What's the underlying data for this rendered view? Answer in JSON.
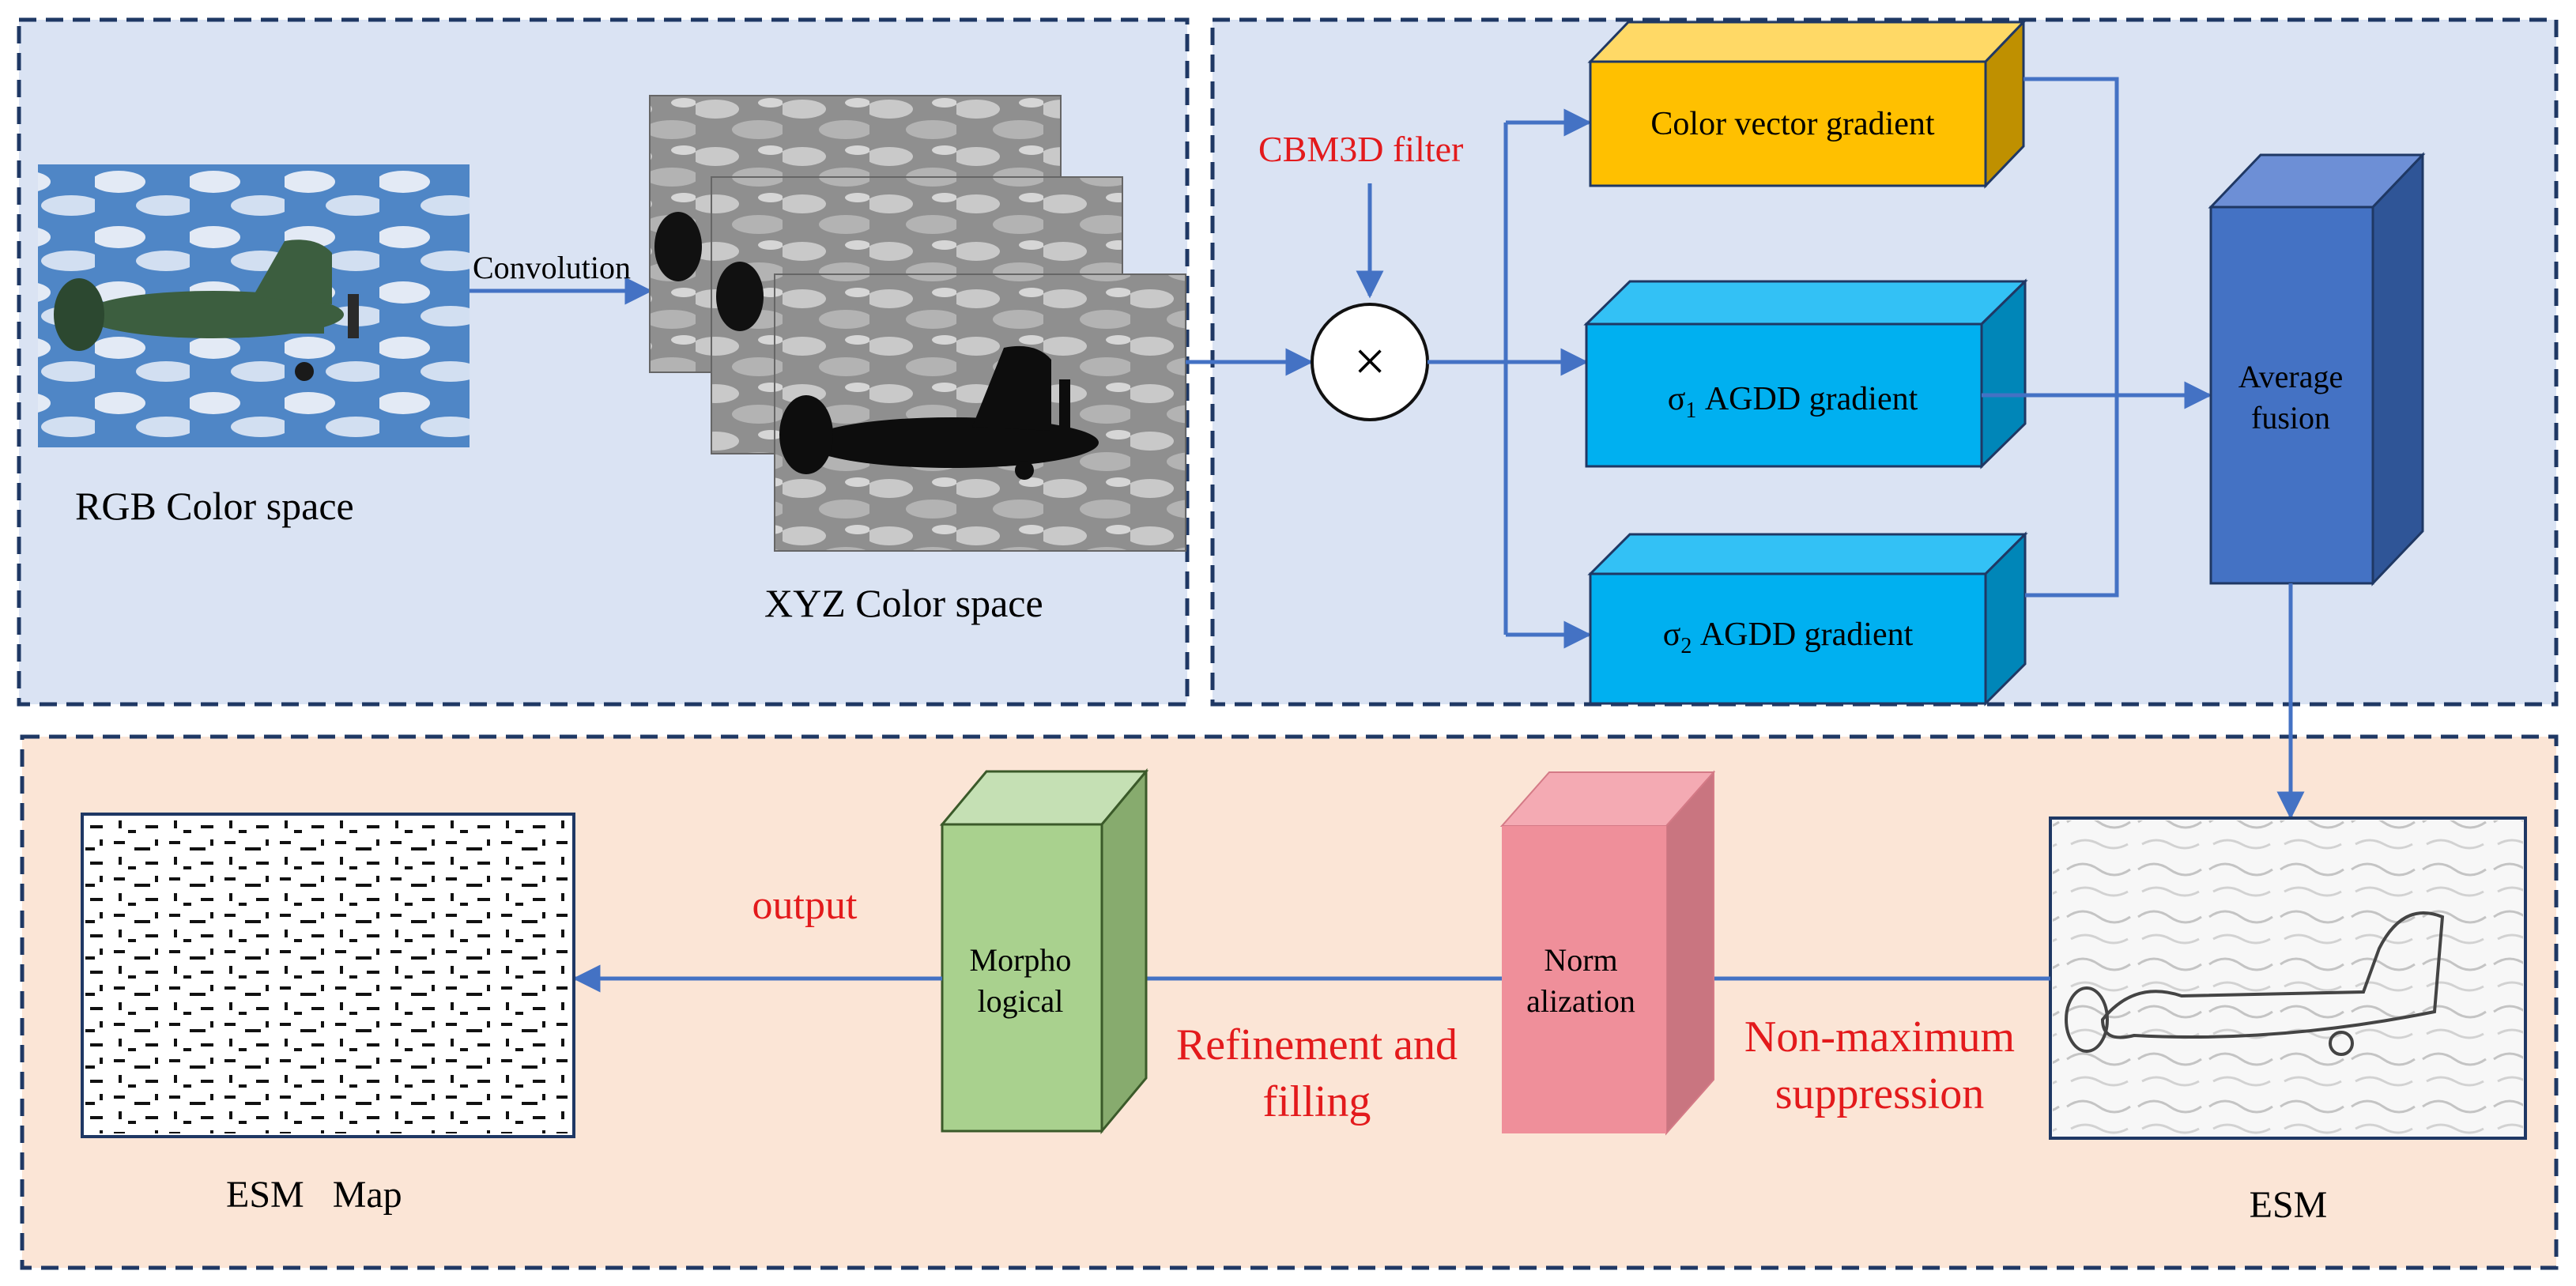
{
  "colors": {
    "panel_blue": "#dae3f3",
    "panel_orange": "#fbe5d6",
    "border_dark": "#1f3864",
    "arrow": "#4472c4",
    "red_text": "#e31a1c",
    "gold": "#ffc000",
    "cyan": "#00b0f0",
    "royal_blue": "#4472c4",
    "pink": "#ef8f9a",
    "green": "#a9d18e"
  },
  "inputs": {
    "rgb_label": "RGB Color space",
    "convolution_label": "Convolution",
    "xyz_label": "XYZ Color space"
  },
  "filter": {
    "cbm3d_label": "CBM3D filter",
    "multiply_symbol": "×"
  },
  "gradients": {
    "color_vector": "Color vector gradient",
    "agdd1_sym": "σ",
    "agdd1_sub": "1",
    "agdd1_text": " AGDD gradient",
    "agdd2_sym": "σ",
    "agdd2_sub": "2",
    "agdd2_text": " AGDD gradient"
  },
  "fusion": {
    "line1": "Average",
    "line2": "fusion"
  },
  "pipeline": {
    "esm_label": "ESM",
    "nms_line1": "Non-maximum",
    "nms_line2": "suppression",
    "norm_line1": "Norm",
    "norm_line2": "alization",
    "refine_line1": "Refinement and",
    "refine_line2": "filling",
    "morph_line1": "Morpho",
    "morph_line2": "logical",
    "output_label": "output",
    "esm_map_label": "ESM   Map"
  }
}
